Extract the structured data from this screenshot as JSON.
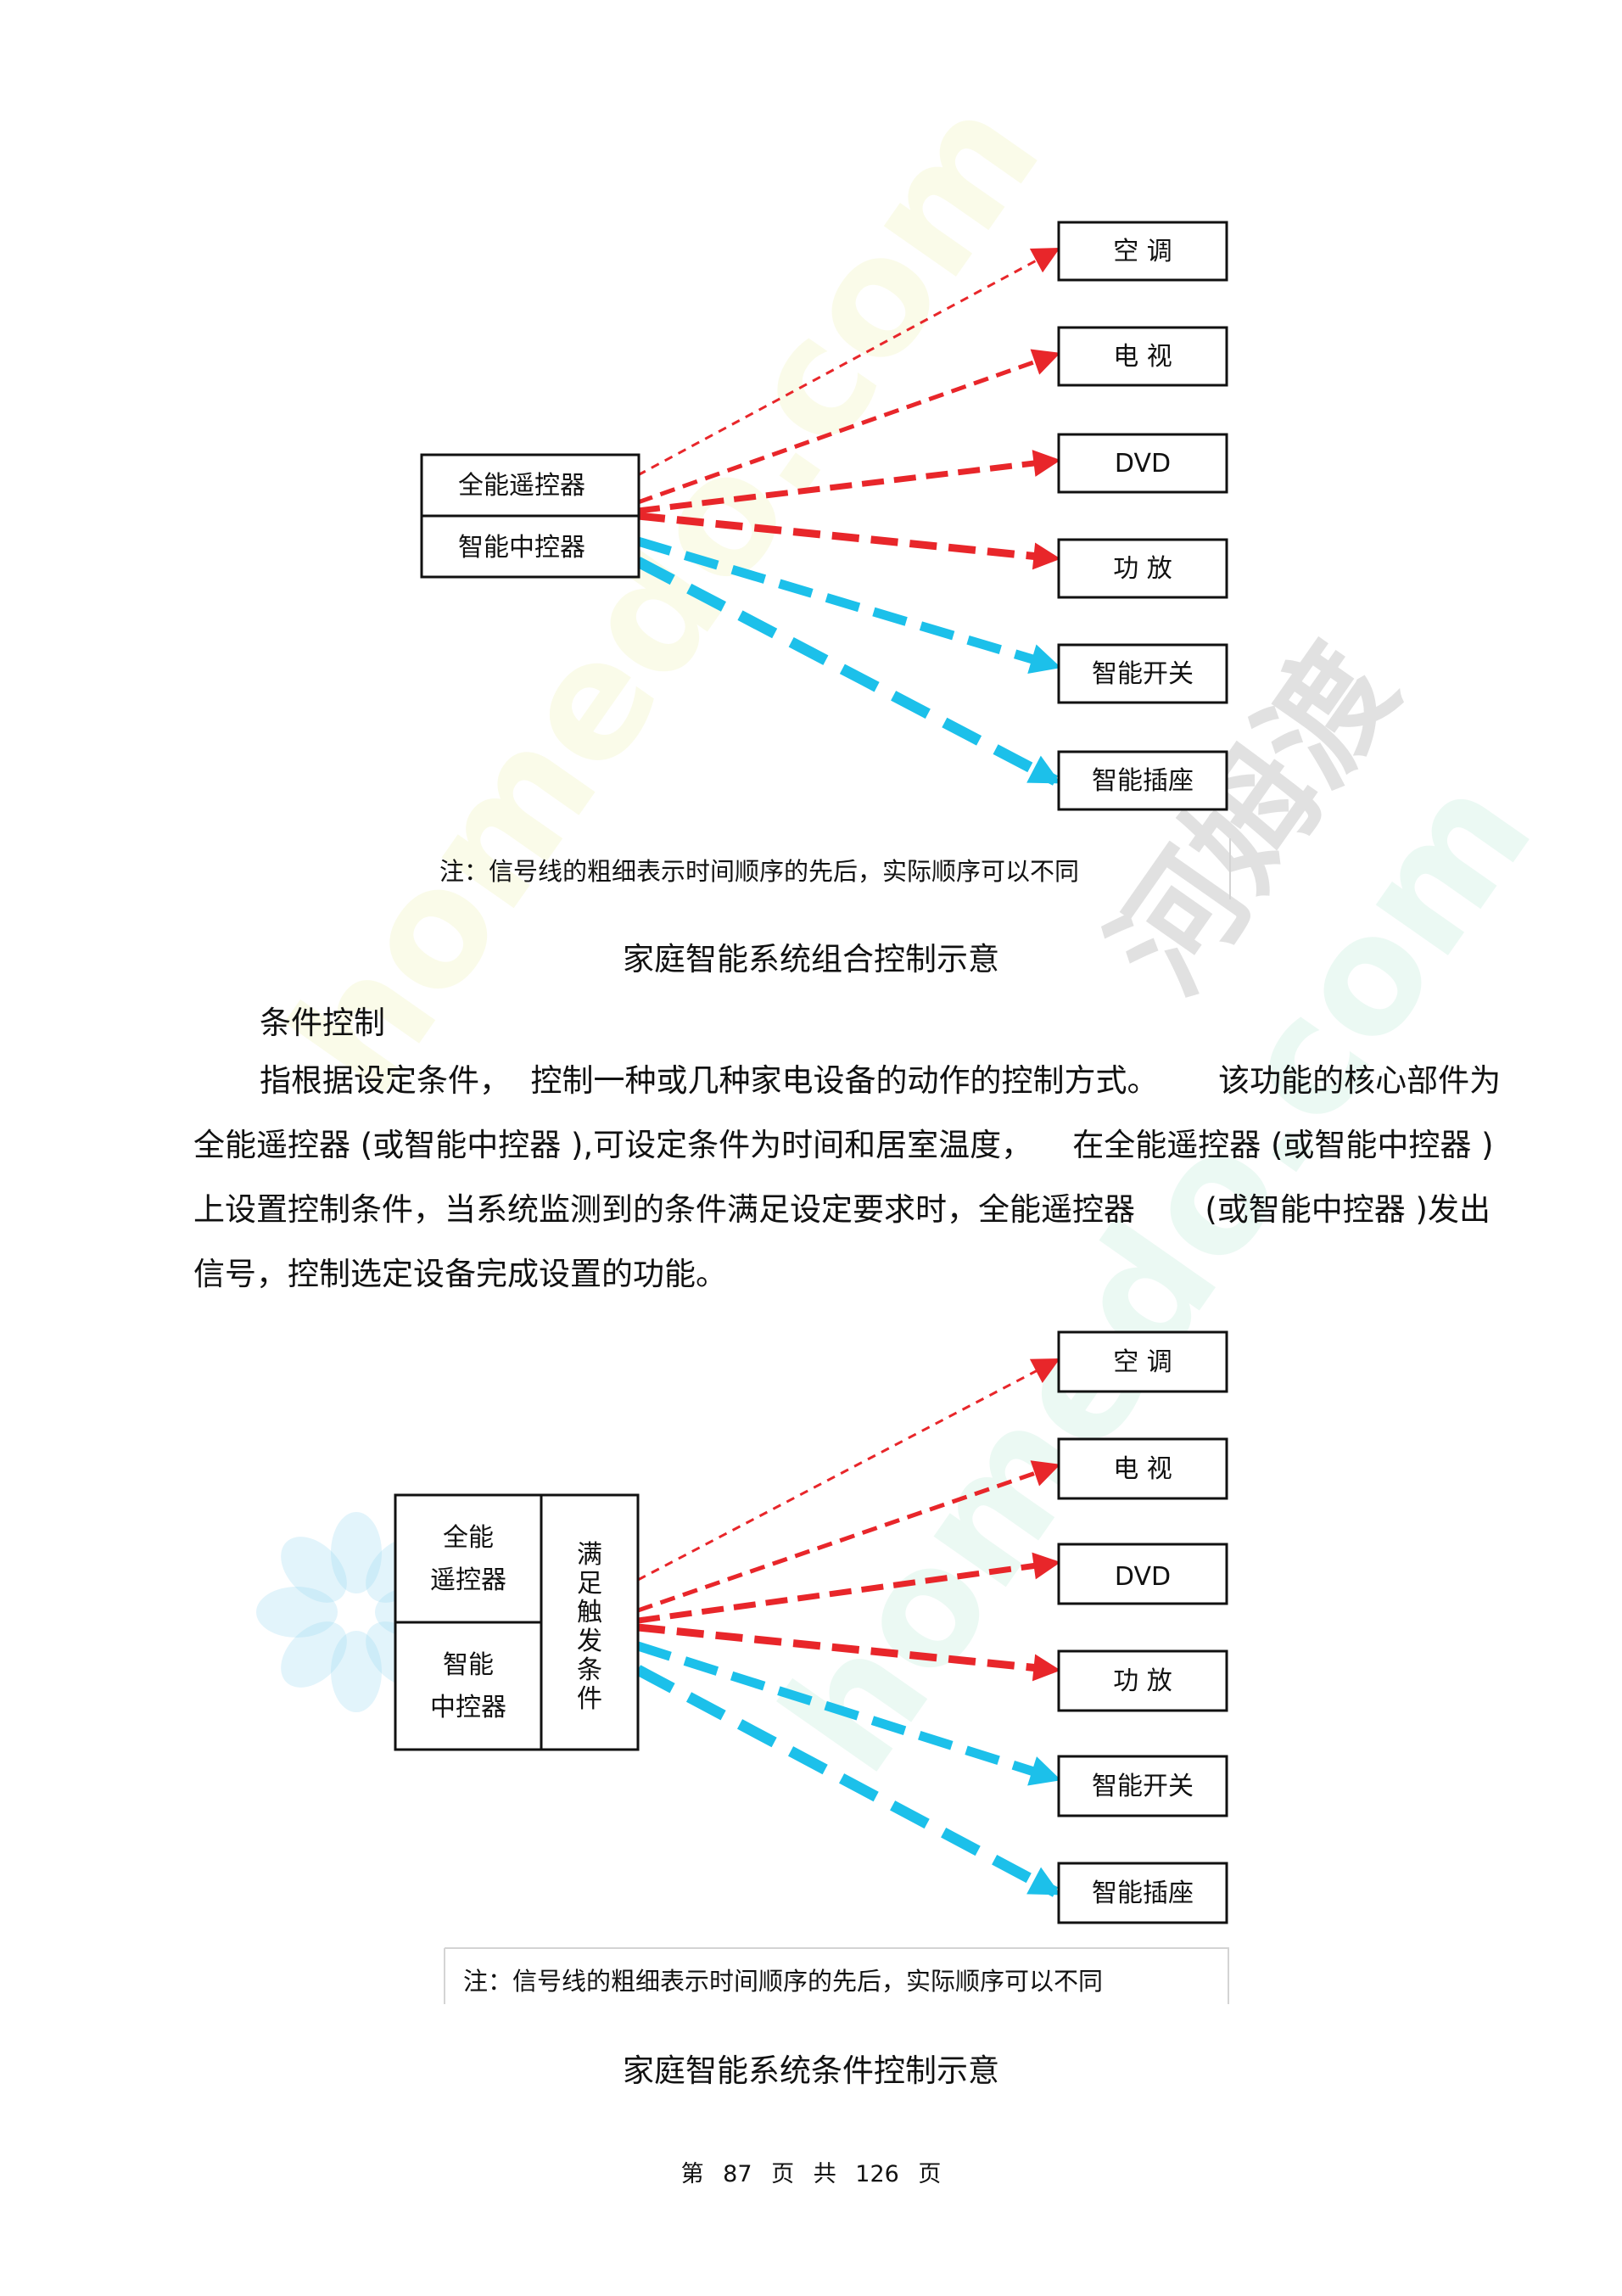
{
  "diagram1": {
    "left_boxes": [
      "全能遥控器",
      "智能中控器"
    ],
    "devices": [
      "空 调",
      "电 视",
      "DVD",
      "功 放",
      "智能开关",
      "智能插座"
    ],
    "note": "注：信号线的粗细表示时间顺序的先后，实际顺序可以不同",
    "caption": "家庭智能系统组合控制示意"
  },
  "section": {
    "heading": "条件控制",
    "lines": [
      "指根据设定条件，  控制一种或几种家电设备的动作的控制方式。      该功能的核心部件为",
      "全能遥控器 (或智能中控器 ),可设定条件为时间和居室温度，    在全能遥控器 (或智能中控器 )",
      "上设置控制条件，当系统监测到的条件满足设定要求时，全能遥控器       (或智能中控器 )发出",
      "信号，控制选定设备完成设置的功能。"
    ]
  },
  "diagram2": {
    "remote_lines": [
      "全能",
      "遥控器"
    ],
    "hub_lines": [
      "智能",
      "中控器"
    ],
    "trigger_chars": [
      "满",
      "足",
      "触",
      "发",
      "条",
      "件"
    ],
    "devices": [
      "空 调",
      "电 视",
      "DVD",
      "功 放",
      "智能开关",
      "智能插座"
    ],
    "note": "注：信号线的粗细表示时间顺序的先后，实际顺序可以不同",
    "caption": "家庭智能系统条件控制示意"
  },
  "footer": "第 87 页 共 126 页",
  "watermarks": {
    "brand_latin": "homedo.com",
    "brand_cn": "河姆渡"
  },
  "colors": {
    "red_arrow": "#e8262a",
    "cyan_arrow": "#1cc0ea"
  }
}
